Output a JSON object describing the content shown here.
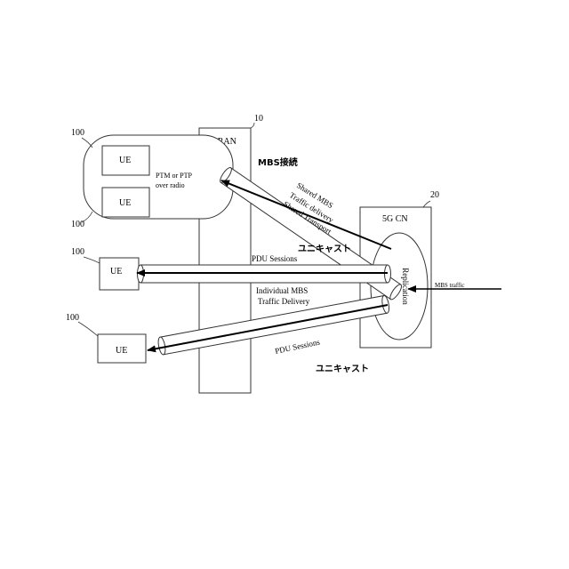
{
  "ref_labels": {
    "ue_group_top": "100",
    "ue_group_bottom": "100",
    "ue_middle": "100",
    "ue_lower": "100",
    "ran": "10",
    "cn": "20"
  },
  "ran": {
    "label": "5G RAN"
  },
  "cn": {
    "label": "5G CN",
    "replication": "Replication"
  },
  "ue": {
    "label": "UE"
  },
  "ptm_ptp": {
    "line1": "PTM or PTP",
    "line2": "over radio"
  },
  "tubes": {
    "shared": {
      "label_jp": "MBS接続",
      "line1": "Shared MBS",
      "line2": "Traffic delivery",
      "line3": "Shared Transport"
    },
    "unicast1": {
      "label_jp": "ユニキャスト",
      "sessions": "PDU Sessions"
    },
    "individual": {
      "line1": "Individual MBS",
      "line2": "Traffic Delivery"
    },
    "unicast2": {
      "sessions": "PDU Sessions",
      "label_jp": "ユニキャスト"
    }
  },
  "mbs_traffic": "MBS traffic"
}
